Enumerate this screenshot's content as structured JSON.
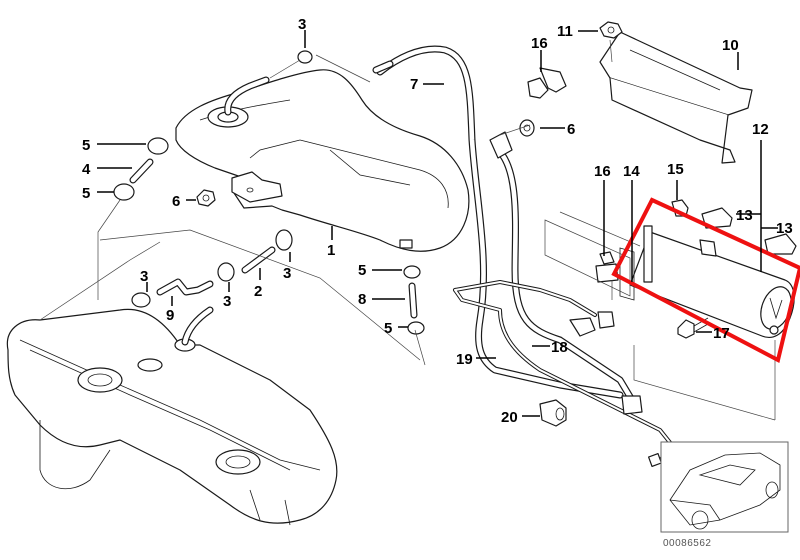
{
  "diagram": {
    "title": "Fuel tank and activated carbon canister exploded parts diagram",
    "part_number": "00086562",
    "highlight_color": "#ee1111",
    "highlighted_part": "14",
    "callouts": [
      {
        "id": "c1",
        "label": "1"
      },
      {
        "id": "c2",
        "label": "2"
      },
      {
        "id": "c3a",
        "label": "3"
      },
      {
        "id": "c3b",
        "label": "3"
      },
      {
        "id": "c3c",
        "label": "3"
      },
      {
        "id": "c3d",
        "label": "3"
      },
      {
        "id": "c4",
        "label": "4"
      },
      {
        "id": "c5a",
        "label": "5"
      },
      {
        "id": "c5b",
        "label": "5"
      },
      {
        "id": "c5c",
        "label": "5"
      },
      {
        "id": "c5d",
        "label": "5"
      },
      {
        "id": "c6a",
        "label": "6"
      },
      {
        "id": "c6b",
        "label": "6"
      },
      {
        "id": "c7",
        "label": "7"
      },
      {
        "id": "c8",
        "label": "8"
      },
      {
        "id": "c9",
        "label": "9"
      },
      {
        "id": "c10",
        "label": "10"
      },
      {
        "id": "c11",
        "label": "11"
      },
      {
        "id": "c12",
        "label": "12"
      },
      {
        "id": "c13a",
        "label": "13"
      },
      {
        "id": "c13b",
        "label": "13"
      },
      {
        "id": "c14",
        "label": "14"
      },
      {
        "id": "c15",
        "label": "15"
      },
      {
        "id": "c16a",
        "label": "16"
      },
      {
        "id": "c16b",
        "label": "16"
      },
      {
        "id": "c17",
        "label": "17"
      },
      {
        "id": "c18",
        "label": "18"
      },
      {
        "id": "c19",
        "label": "19"
      },
      {
        "id": "c20",
        "label": "20"
      }
    ]
  }
}
